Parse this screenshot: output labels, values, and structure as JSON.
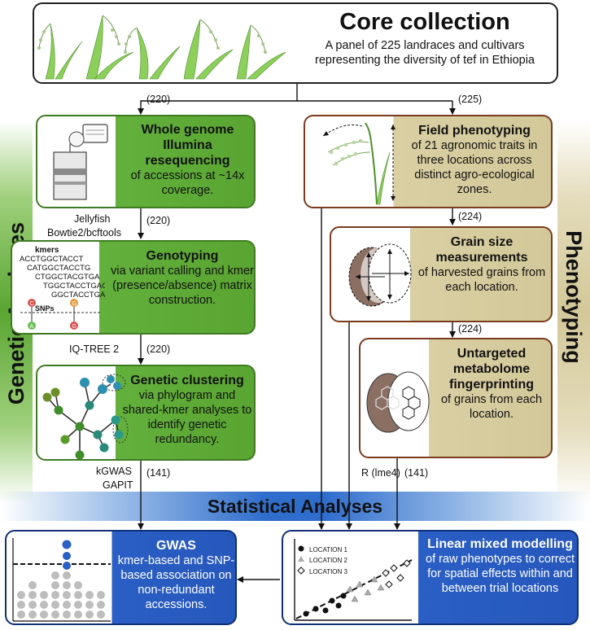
{
  "core": {
    "title": "Core collection",
    "text": "A panel of 225 landraces and cultivars representing the diversity of tef in Ethiopia"
  },
  "side": {
    "left": "Genetic Analyses",
    "right": "Phenotyping",
    "center": "Statistical Analyses"
  },
  "boxes": {
    "wgs": {
      "title": "Whole genome Illumina resequencing",
      "text": "of accessions at ~14x coverage."
    },
    "genotyping": {
      "title": "Genotyping",
      "text": "via variant calling and kmer (presence/absence) matrix construction."
    },
    "clustering": {
      "title": "Genetic clustering",
      "text": "via phylogram and shared-kmer analyses to identify genetic redundancy."
    },
    "field": {
      "title": "Field phenotyping",
      "text": "of 21 agronomic traits in three locations across distinct agro-ecological zones."
    },
    "grain": {
      "title": "Grain size measurements",
      "text": "of harvested grains from each location."
    },
    "metabolome": {
      "title": "Untargeted metabolome fingerprinting",
      "text": "of grains from each location."
    },
    "gwas": {
      "title": "GWAS",
      "text": "kmer-based and SNP-based association on non-redundant accessions."
    },
    "lmm": {
      "title": "Linear mixed modelling",
      "text": "of raw phenotypes to correct for spatial effects within and between trial locations"
    }
  },
  "labels": {
    "n220a": "(220)",
    "n225": "(225)",
    "n220b": "(220)",
    "n224a": "(224)",
    "n220c": "(220)",
    "n224b": "(224)",
    "n141a": "(141)",
    "n141b": "(141)",
    "tools1": "Jellyfish",
    "tools2": "Bowtie2/bcftools",
    "tools3": "IQ-TREE 2",
    "tools4": "kGWAS",
    "tools5": "GAPIT",
    "tools6": "R (lme4)"
  },
  "kmers": {
    "title": "kmers",
    "lines": [
      "ACCTGGCTACCT",
      "CATGGCTACCTG",
      "CTGGCTACGTGA",
      "TGGCTACCTGAG",
      "GGCTACCTGAGT"
    ],
    "snps": "SNPs",
    "alleles": [
      "C",
      "G",
      "A",
      "G"
    ]
  },
  "legend": {
    "loc1": "LOCATION 1",
    "loc2": "LOCATION 2",
    "loc3": "LOCATION 3"
  },
  "colors": {
    "green": "#5aa532",
    "tan": "#d3c899",
    "blue": "#2657bc",
    "band": "#1f5fc2"
  }
}
